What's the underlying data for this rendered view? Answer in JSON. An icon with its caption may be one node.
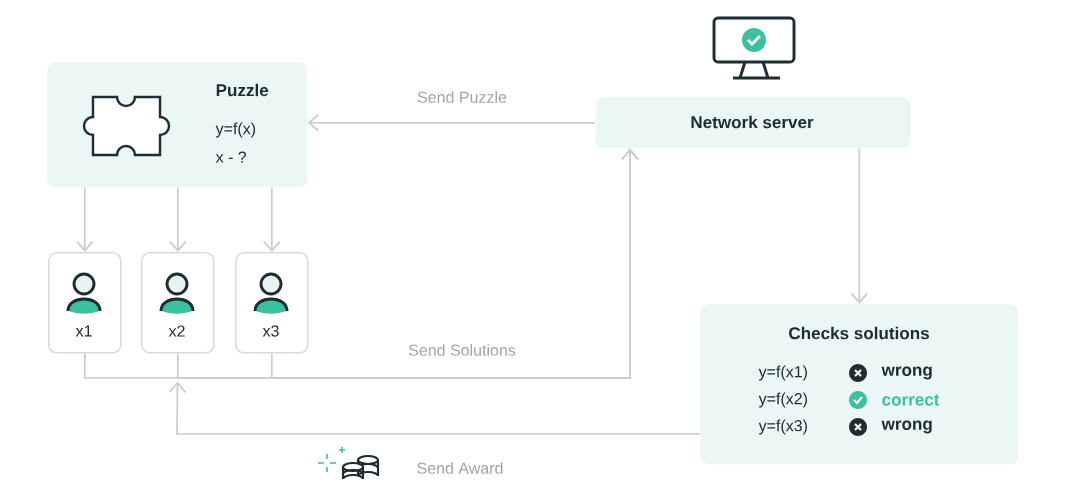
{
  "diagram": {
    "nodes": [
      {
        "text": [
          "Puzzle",
          "y=f(x)",
          "x - ?"
        ]
      },
      {
        "text": [
          "Network server"
        ]
      },
      {
        "text": [
          "x1"
        ]
      },
      {
        "text": [
          "x2"
        ]
      },
      {
        "text": [
          "x3"
        ]
      },
      {
        "text": [
          "Checks solutions",
          "y=f(x1)",
          "wrong",
          "y=f(x2)",
          "correct",
          "y=f(x3)",
          "wrong"
        ]
      }
    ],
    "edges": [
      {
        "from": 1,
        "to": 0,
        "arrow": "to",
        "label": "Send Puzzle"
      },
      {
        "from": 0,
        "to": 2,
        "arrow": "to"
      },
      {
        "from": 0,
        "to": 3,
        "arrow": "to"
      },
      {
        "from": 0,
        "to": 4,
        "arrow": "to"
      },
      {
        "from": 2,
        "to": 1,
        "arrow": "to"
      },
      {
        "from": 3,
        "to": 1,
        "arrow": "to"
      },
      {
        "from": 4,
        "to": 1,
        "arrow": "to",
        "label": "Send Solutions"
      },
      {
        "from": 1,
        "to": 5,
        "arrow": "to"
      },
      {
        "from": 5,
        "to": 3,
        "arrow": "to",
        "label": "Send Award"
      }
    ]
  }
}
